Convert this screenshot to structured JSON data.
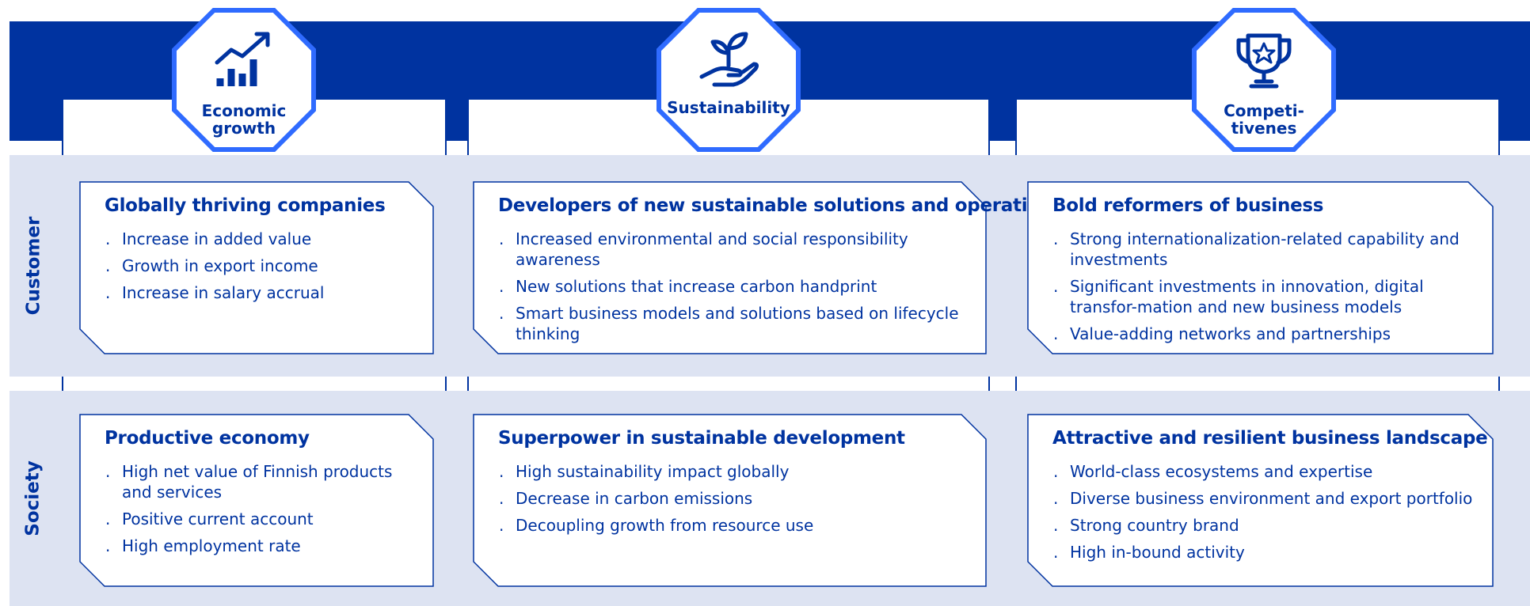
{
  "pillars": [
    {
      "label_lines": [
        "Economic",
        "growth"
      ],
      "icon": "growth-chart-icon"
    },
    {
      "label_lines": [
        "Sustainability"
      ],
      "icon": "plant-in-hand-icon"
    },
    {
      "label_lines": [
        "Competi-",
        "tivenes"
      ],
      "icon": "trophy-star-icon"
    }
  ],
  "rows": [
    {
      "label": "Customer",
      "cards": [
        {
          "title": "Globally thriving companies",
          "items": [
            "Increase in added value",
            "Growth in export income",
            "Increase in salary accrual"
          ]
        },
        {
          "title": "Developers of new sustainable solutions and operations",
          "items": [
            "Increased environmental and social responsibility awareness",
            "New solutions that increase carbon handprint",
            "Smart business models and solutions based on lifecycle thinking"
          ]
        },
        {
          "title": "Bold reformers of business",
          "items": [
            "Strong internationalization-related capability and investments",
            "Significant investments in innovation, digital transfor-mation and new business models",
            "Value-adding networks and partnerships"
          ]
        }
      ]
    },
    {
      "label": "Society",
      "cards": [
        {
          "title": "Productive economy",
          "items": [
            "High net value of Finnish products and services",
            "Positive current account",
            "High employment rate"
          ]
        },
        {
          "title": "Superpower in sustainable development",
          "items": [
            "High sustainability impact globally",
            "Decrease in carbon emissions",
            "Decoupling growth from resource use"
          ]
        },
        {
          "title": "Attractive and resilient business landscape",
          "items": [
            "World-class ecosystems and expertise",
            "Diverse business environment and export portfolio",
            "Strong country brand",
            "High in-bound activity"
          ]
        }
      ]
    }
  ],
  "bullet_char": ".",
  "colors": {
    "primary": "#0033a0",
    "band": "#dde3f2",
    "accent": "#2f6bff"
  }
}
